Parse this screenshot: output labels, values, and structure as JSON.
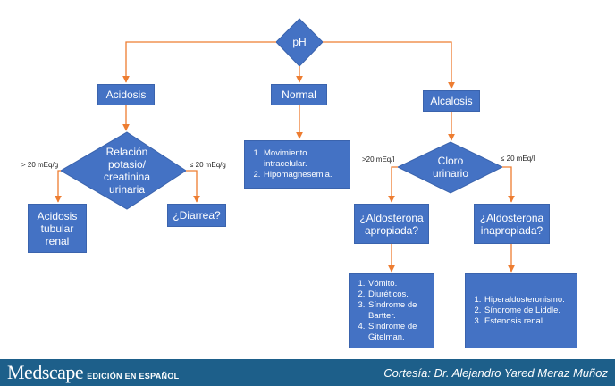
{
  "nodes": {
    "ph": "pH",
    "acidosis": "Acidosis",
    "normal": "Normal",
    "alcalosis": "Alcalosis",
    "relacion": "Relación potasio/ creatinina urinaria",
    "acidosis_tubular": "Acidosis tubular renal",
    "diarrea": "¿Diarrea?",
    "normal_list": [
      "Movimiento intracelular.",
      "Hipomagnesemia."
    ],
    "cloro": "Cloro urinario",
    "aldo_apropiada": "¿Aldosterona apropiada?",
    "aldo_inapropiada": "¿Aldosterona inapropiada?",
    "apropiada_list": [
      "Vómito.",
      "Diuréticos.",
      "Síndrome de Bartter.",
      "Síndrome de Gitelman."
    ],
    "inapropiada_list": [
      "Hiperaldosteronismo.",
      "Síndrome de Liddle.",
      "Estenosis renal."
    ]
  },
  "edge_labels": {
    "acid_left": "> 20 mEq/g",
    "acid_right": "≤ 20 mEq/g",
    "alc_left": ">20 mEq/l",
    "alc_right": "≤ 20 mEq/l"
  },
  "footer": {
    "brand": "Medscape",
    "edition": "EDICIÓN EN ESPAÑOL",
    "credit": "Cortesía: Dr. Alejandro Yared Meraz Muñoz"
  },
  "colors": {
    "box_fill": "#4472c4",
    "connector": "#ed7d31",
    "footer_bg": "#1d5f8a"
  }
}
